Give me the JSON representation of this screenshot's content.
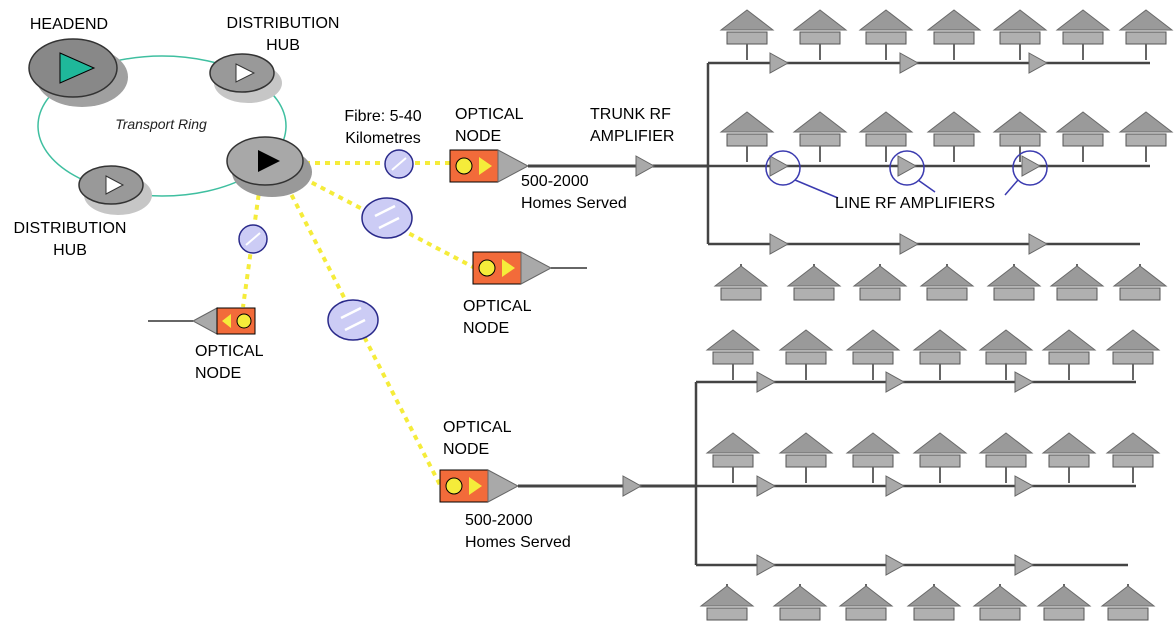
{
  "labels": {
    "headend": "HEADEND",
    "dist_hub_top": [
      "DISTRIBUTION",
      "HUB"
    ],
    "dist_hub_left": [
      "DISTRIBUTION",
      "HUB"
    ],
    "transport_ring": "Transport Ring",
    "fibre": [
      "Fibre: 5-40",
      "Kilometres"
    ],
    "optical_node_1": [
      "OPTICAL",
      "NODE"
    ],
    "trunk_rf": [
      "TRUNK RF",
      "AMPLIFIER"
    ],
    "homes_1": [
      "500-2000",
      "Homes Served"
    ],
    "line_rf": "LINE RF AMPLIFIERS",
    "optical_node_2": [
      "OPTICAL",
      "NODE"
    ],
    "optical_node_3": [
      "OPTICAL",
      "NODE"
    ],
    "optical_node_4": [
      "OPTICAL",
      "NODE"
    ],
    "homes_2": [
      "500-2000",
      "Homes Served"
    ]
  },
  "colors": {
    "ring": "#3fbfa0",
    "fibre": "#f5ec3a",
    "node_orange": "#f26b3a",
    "node_gray": "#a9a9a9",
    "hub_dark": "#888888",
    "hub_light": "#c6c6c6",
    "headend_arrow": "#1fb89a",
    "splice": "#ccccf5",
    "splice_stroke": "#2a2a8a",
    "line_amp_circle": "#3b3bb0",
    "cable": "#444444",
    "house": "#9a9a9a"
  }
}
